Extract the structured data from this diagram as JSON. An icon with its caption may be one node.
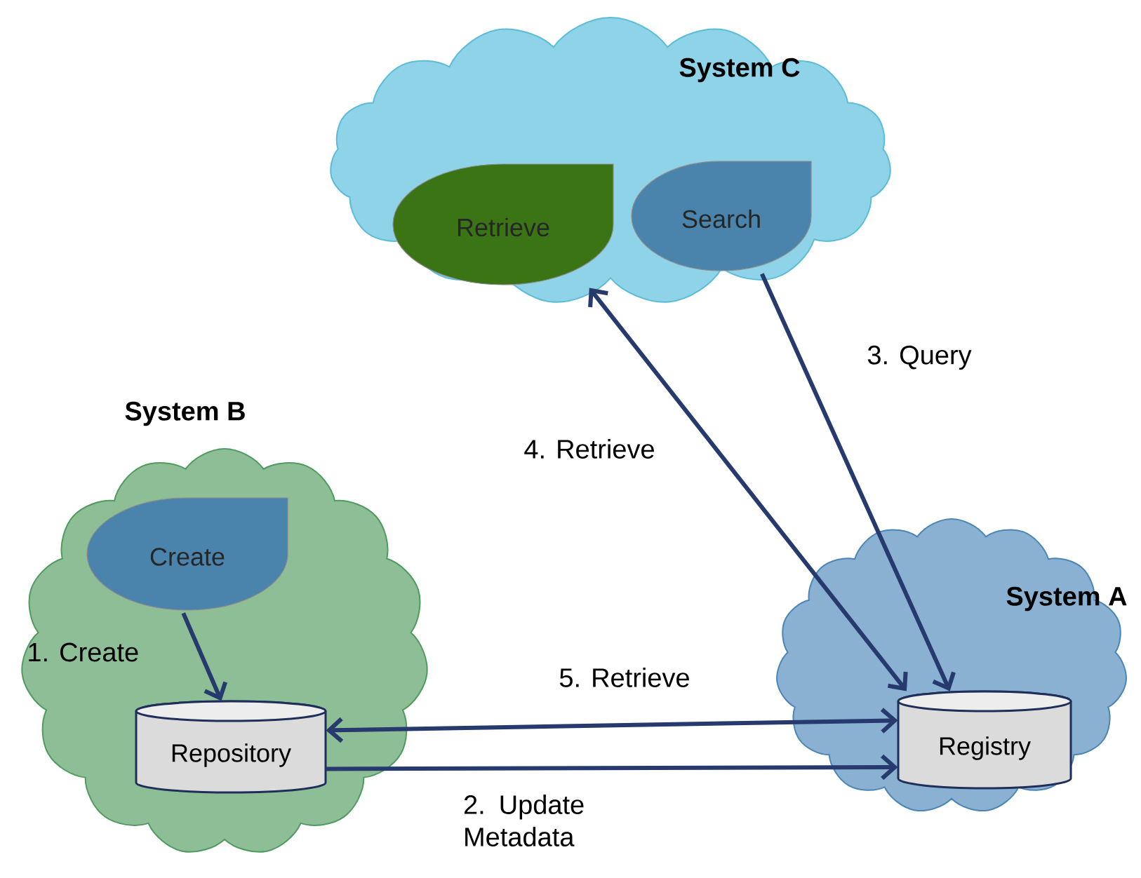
{
  "diagram": {
    "nodes": [
      {
        "text": [
          "System C"
        ]
      },
      {
        "text": [
          "Retrieve"
        ],
        "in": 0
      },
      {
        "text": [
          "Search"
        ],
        "in": 0
      },
      {
        "text": [
          "System B"
        ]
      },
      {
        "text": [
          "Create"
        ],
        "in": 3
      },
      {
        "text": [
          "Repository"
        ],
        "in": 3
      },
      {
        "text": [
          "System A"
        ]
      },
      {
        "text": [
          "Registry"
        ],
        "in": 6
      }
    ],
    "edges": [
      {
        "from": 4,
        "to": 5,
        "arrow": "to",
        "label": "1. Create"
      },
      {
        "from": 5,
        "to": 7,
        "arrow": "to",
        "label": "2. Update Metadata"
      },
      {
        "from": 2,
        "to": 7,
        "arrow": "to",
        "label": "3. Query"
      },
      {
        "from": 7,
        "to": 1,
        "arrow": "both",
        "label": "4. Retrieve"
      },
      {
        "from": 5,
        "to": 7,
        "arrow": "both",
        "label": "5. Retrieve"
      }
    ]
  }
}
